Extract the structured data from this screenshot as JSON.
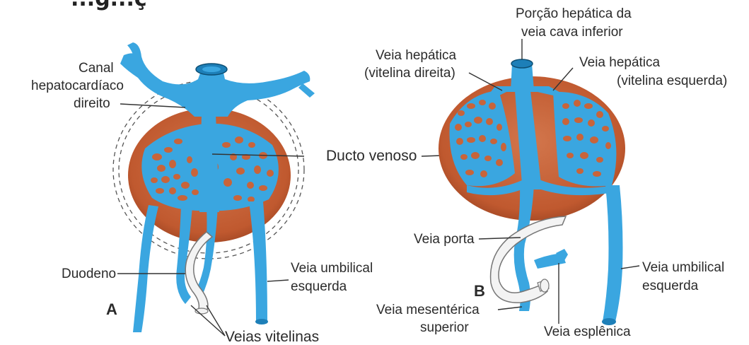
{
  "top_fragment": "...g...ç",
  "panel_a": {
    "letter": "A",
    "labels": {
      "canal_l1": "Canal",
      "canal_l2": "hepatocardíaco",
      "canal_l3": "direito",
      "duodeno": "Duodeno",
      "umb_l1": "Veia umbilical",
      "umb_l2": "esquerda",
      "vitelinas": "Veias vitelinas"
    }
  },
  "shared": {
    "ducto_venoso": "Ducto venoso"
  },
  "panel_b": {
    "letter": "B",
    "labels": {
      "porcao_l1": "Porção hepática da",
      "porcao_l2": "veia cava inferior",
      "hep_dir_l1": "Veia hepática",
      "hep_dir_l2": "(vitelina direita)",
      "hep_esq_l1": "Veia hepática",
      "hep_esq_l2": "(vitelina esquerda)",
      "porta": "Veia porta",
      "umb_l1": "Veia umbilical",
      "umb_l2": "esquerda",
      "mes_l1": "Veia mesentérica",
      "mes_l2": "superior",
      "esplenica": "Veia esplênica"
    }
  },
  "colors": {
    "vein": "#3aa6e0",
    "vein_dark": "#1d7fb8",
    "liver": "#c8643a",
    "liver_dark": "#8f3d1e",
    "duodenum": "#f3f3f3"
  }
}
